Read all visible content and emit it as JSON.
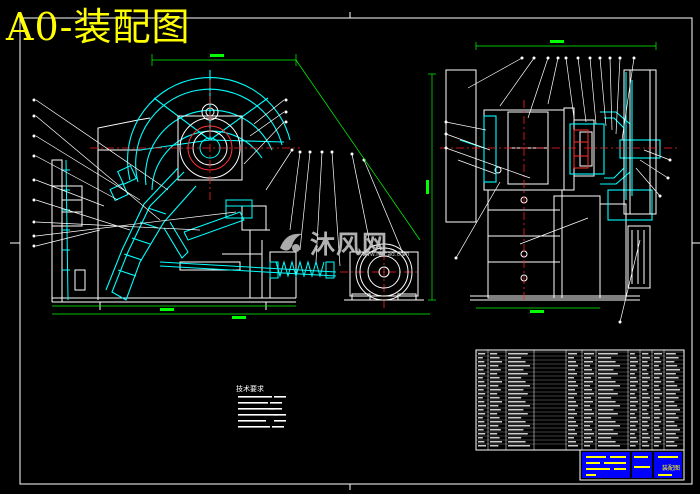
{
  "drawing": {
    "title": "A0-装配图",
    "watermark": {
      "brand": "沐风网",
      "url": "www.mfcad.com"
    },
    "colors": {
      "background": "#000000",
      "frame": "#ffffff",
      "part_outline": "#00ffff",
      "annotation": "#ffffff",
      "centerline": "#ff0000",
      "dimension": "#00ff00",
      "motor": "#ffffff",
      "title_block_fill": "#0000ff",
      "title_block_text": "#ffff00",
      "heading": "#ffff00"
    }
  },
  "views": [
    {
      "id": "front-view",
      "content": "jaw crusher side section with flywheel, swing jaw, toggle plate and tension spring"
    },
    {
      "id": "motor-view",
      "content": "drive motor with pulley"
    },
    {
      "id": "side-view",
      "content": "crusher end view with eccentric shaft, bearings and flywheels"
    }
  ],
  "notes": {
    "heading": "技术要求"
  },
  "title_block": {
    "drawing_name": "装配图"
  }
}
